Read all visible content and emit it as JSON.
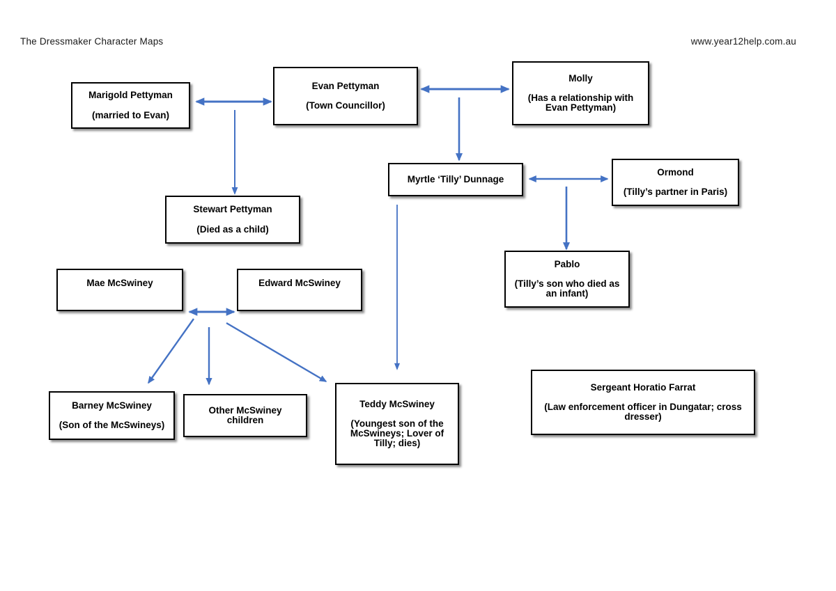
{
  "header": {
    "title": "The Dressmaker Character Maps",
    "site": "www.year12help.com.au"
  },
  "theme": {
    "arrow_color": "#4472C4",
    "box_border_color": "#000000",
    "box_fill_color": "#FFFFFF",
    "text_color": "#000000",
    "page_background": "#FFFFFF"
  },
  "nodes": {
    "marigold": {
      "title": "Marigold Pettyman",
      "sub": "(married to Evan)"
    },
    "evan": {
      "title": "Evan Pettyman",
      "sub": "(Town Councillor)"
    },
    "molly": {
      "title": "Molly",
      "sub": "(Has a relationship with\nEvan Pettyman)"
    },
    "tilly": {
      "title": "Myrtle ‘Tilly’ Dunnage",
      "sub": ""
    },
    "ormond": {
      "title": "Ormond",
      "sub": "(Tilly’s partner in Paris)"
    },
    "pablo": {
      "title": "Pablo",
      "sub": "(Tilly’s son who died as\nan infant)"
    },
    "stewart": {
      "title": "Stewart Pettyman",
      "sub": "(Died as a child)"
    },
    "mae": {
      "title": "Mae McSwiney",
      "sub": ""
    },
    "edward": {
      "title": "Edward McSwiney",
      "sub": ""
    },
    "barney": {
      "title": "Barney McSwiney",
      "sub": "(Son of the McSwineys)"
    },
    "other_children": {
      "title": "Other McSwiney\nchildren",
      "sub": ""
    },
    "teddy": {
      "title": "Teddy McSwiney",
      "sub": "(Youngest son of the\nMcSwineys; Lover of\nTilly; dies)"
    },
    "farrat": {
      "title": "Sergeant Horatio Farrat",
      "sub": "(Law enforcement officer in Dungatar; cross\ndresser)"
    }
  },
  "connections": [
    {
      "id": "marigold-evan",
      "from": "marigold",
      "to": "evan",
      "style": "double-arrow-horizontal"
    },
    {
      "id": "evan-molly",
      "from": "evan",
      "to": "molly",
      "style": "double-arrow-horizontal"
    },
    {
      "id": "marigold-evan-to-stewart",
      "from": "marigold-evan",
      "to": "stewart",
      "style": "arrow-down"
    },
    {
      "id": "evan-to-tilly",
      "from": "evan-molly",
      "to": "tilly",
      "style": "arrow-down"
    },
    {
      "id": "tilly-ormond",
      "from": "tilly",
      "to": "ormond",
      "style": "double-arrow-horizontal"
    },
    {
      "id": "tilly-ormond-to-pablo",
      "from": "tilly-ormond",
      "to": "pablo",
      "style": "arrow-down"
    },
    {
      "id": "tilly-to-teddy",
      "from": "tilly",
      "to": "teddy",
      "style": "arrow-down"
    },
    {
      "id": "mae-edward",
      "from": "mae",
      "to": "edward",
      "style": "double-arrow-horizontal"
    },
    {
      "id": "mcswineys-to-barney",
      "from": "mae-edward",
      "to": "barney",
      "style": "arrow-diagonal-left"
    },
    {
      "id": "mcswineys-to-other-children",
      "from": "mae-edward",
      "to": "other_children",
      "style": "arrow-down"
    },
    {
      "id": "mcswineys-to-teddy",
      "from": "mae-edward",
      "to": "teddy",
      "style": "arrow-diagonal-right"
    }
  ]
}
